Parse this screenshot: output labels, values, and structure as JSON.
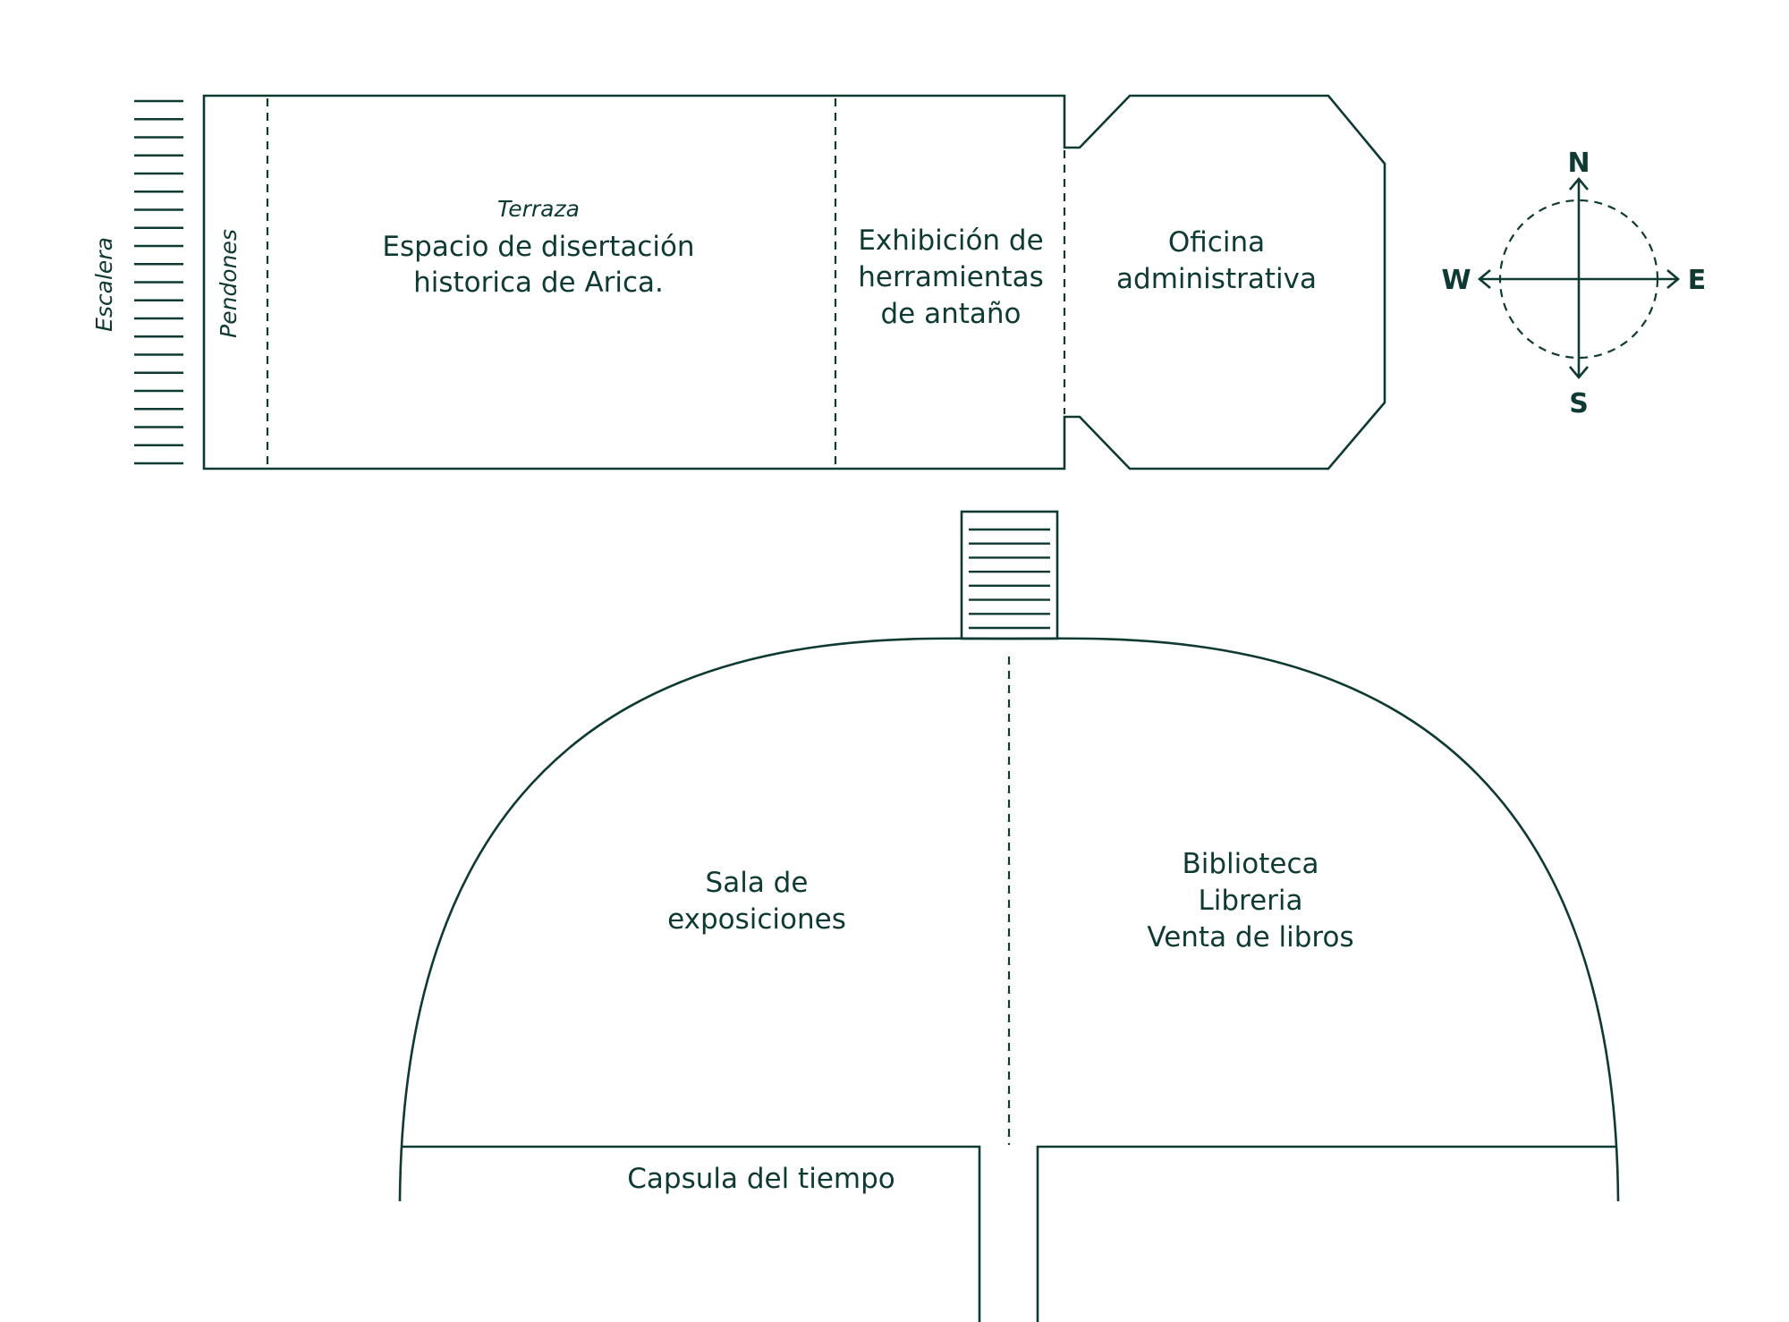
{
  "colors": {
    "line": "#0f3a33",
    "background": "#ffffff"
  },
  "upper_level": {
    "stairs_label": "Escalera",
    "banners_label": "Pendones",
    "terrace": {
      "subtitle": "Terraza",
      "line1": "Espacio de disertación",
      "line2": "historica de Arica."
    },
    "tools_exhibit": {
      "line1": "Exhibición de",
      "line2": "herramientas",
      "line3": "de antaño"
    },
    "office": {
      "line1": "Oficina",
      "line2": "administrativa"
    }
  },
  "compass": {
    "north": "N",
    "south": "S",
    "east": "E",
    "west": "W"
  },
  "lower_level": {
    "exhibition_hall": {
      "line1": "Sala de",
      "line2": "exposiciones"
    },
    "library": {
      "line1": "Biblioteca",
      "line2": "Libreria",
      "line3": "Venta de libros"
    },
    "time_capsule": "Capsula del tiempo"
  }
}
